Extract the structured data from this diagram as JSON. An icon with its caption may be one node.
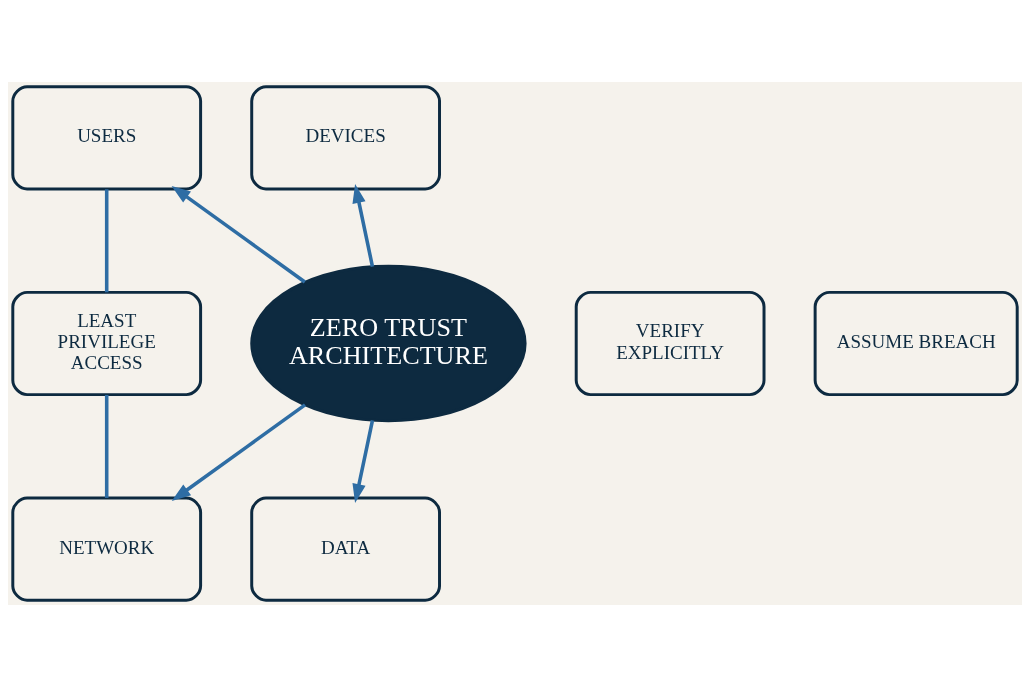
{
  "diagram": {
    "nodes": [
      {
        "text": [
          "ZERO TRUST ARCHITECTURE"
        ]
      },
      {
        "text": [
          "USERS"
        ]
      },
      {
        "text": [
          "DEVICES"
        ]
      },
      {
        "text": [
          "LEAST PRIVILEGE ACCESS"
        ]
      },
      {
        "text": [
          "VERIFY EXPLICITLY"
        ]
      },
      {
        "text": [
          "ASSUME BREACH"
        ]
      },
      {
        "text": [
          "NETWORK"
        ]
      },
      {
        "text": [
          "DATA"
        ]
      }
    ],
    "edges": [
      {
        "from": 0,
        "to": 1,
        "arrow": "to"
      },
      {
        "from": 0,
        "to": 2,
        "arrow": "to"
      },
      {
        "from": 0,
        "to": 6,
        "arrow": "to"
      },
      {
        "from": 0,
        "to": 7,
        "arrow": "to"
      },
      {
        "from": 1,
        "to": 3,
        "arrow": "none"
      },
      {
        "from": 3,
        "to": 6,
        "arrow": "none"
      }
    ]
  }
}
